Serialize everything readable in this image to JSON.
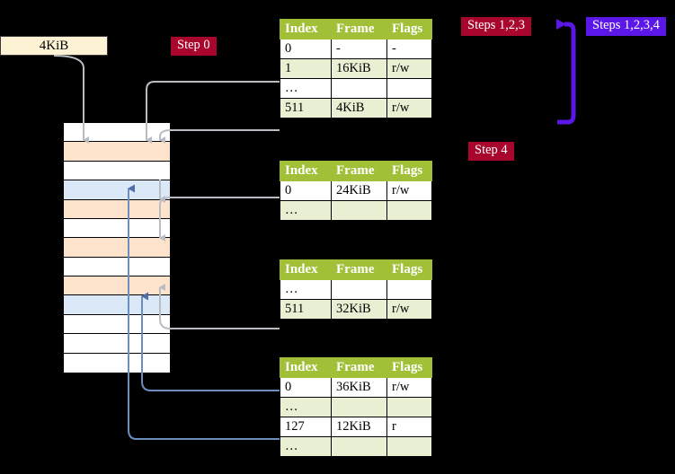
{
  "labels": {
    "size_box": "4KiB",
    "step0": "Step 0",
    "steps123": "Steps 1,2,3",
    "steps1234": "Steps 1,2,3,4",
    "step4": "Step 4"
  },
  "colors": {
    "header_green": "#a2c037",
    "row_alt": "#e9efd2",
    "highlight_yellow": "#fbf9b0",
    "badge_red": "#a8062c",
    "badge_blue": "#5b16e8",
    "mem_orange": "#fde3cc",
    "mem_blue": "#dbe8f7",
    "arrow_gray": "#b9bcc2",
    "arrow_blue": "#6d8fc0",
    "box_cream": "#fdf2d4"
  },
  "tables": [
    {
      "name": "page-table-level-1",
      "headers": [
        "Index",
        "Frame",
        "Flags"
      ],
      "rows": [
        {
          "cells": [
            "0",
            "-",
            "-"
          ],
          "style": "norm",
          "highlight": [
            false,
            false,
            false
          ]
        },
        {
          "cells": [
            "1",
            "16KiB",
            "r/w"
          ],
          "style": "alt",
          "highlight": [
            false,
            false,
            false
          ]
        },
        {
          "cells": [
            "…",
            "",
            ""
          ],
          "style": "norm",
          "highlight": [
            false,
            false,
            false
          ]
        },
        {
          "cells": [
            "511",
            "4KiB",
            "r/w"
          ],
          "style": "alt",
          "highlight": [
            true,
            true,
            true
          ]
        }
      ]
    },
    {
      "name": "page-table-level-2",
      "headers": [
        "Index",
        "Frame",
        "Flags"
      ],
      "rows": [
        {
          "cells": [
            "0",
            "24KiB",
            "r/w"
          ],
          "style": "norm",
          "highlight": [
            false,
            false,
            false
          ]
        },
        {
          "cells": [
            "…",
            "",
            ""
          ],
          "style": "alt",
          "highlight": [
            false,
            false,
            false
          ]
        }
      ]
    },
    {
      "name": "page-table-level-3",
      "headers": [
        "Index",
        "Frame",
        "Flags"
      ],
      "rows": [
        {
          "cells": [
            "…",
            "",
            ""
          ],
          "style": "norm",
          "highlight": [
            false,
            false,
            false
          ]
        },
        {
          "cells": [
            "511",
            "32KiB",
            "r/w"
          ],
          "style": "alt",
          "highlight": [
            false,
            false,
            false
          ]
        }
      ]
    },
    {
      "name": "page-table-level-4",
      "headers": [
        "Index",
        "Frame",
        "Flags"
      ],
      "rows": [
        {
          "cells": [
            "0",
            "36KiB",
            "r/w"
          ],
          "style": "norm",
          "highlight": [
            false,
            false,
            false
          ]
        },
        {
          "cells": [
            "…",
            "",
            ""
          ],
          "style": "alt",
          "highlight": [
            false,
            false,
            false
          ]
        },
        {
          "cells": [
            "127",
            "12KiB",
            "r"
          ],
          "style": "norm",
          "highlight": [
            false,
            false,
            false
          ]
        },
        {
          "cells": [
            "…",
            "",
            ""
          ],
          "style": "alt",
          "highlight": [
            false,
            false,
            false
          ]
        }
      ]
    }
  ],
  "memory_column": {
    "name": "physical-memory-frames",
    "row_count": 13,
    "rows": [
      {
        "fill": "white"
      },
      {
        "fill": "orange"
      },
      {
        "fill": "white"
      },
      {
        "fill": "blue"
      },
      {
        "fill": "orange"
      },
      {
        "fill": "white"
      },
      {
        "fill": "orange"
      },
      {
        "fill": "white"
      },
      {
        "fill": "orange"
      },
      {
        "fill": "blue"
      },
      {
        "fill": "white"
      },
      {
        "fill": "white"
      },
      {
        "fill": "white"
      }
    ]
  }
}
